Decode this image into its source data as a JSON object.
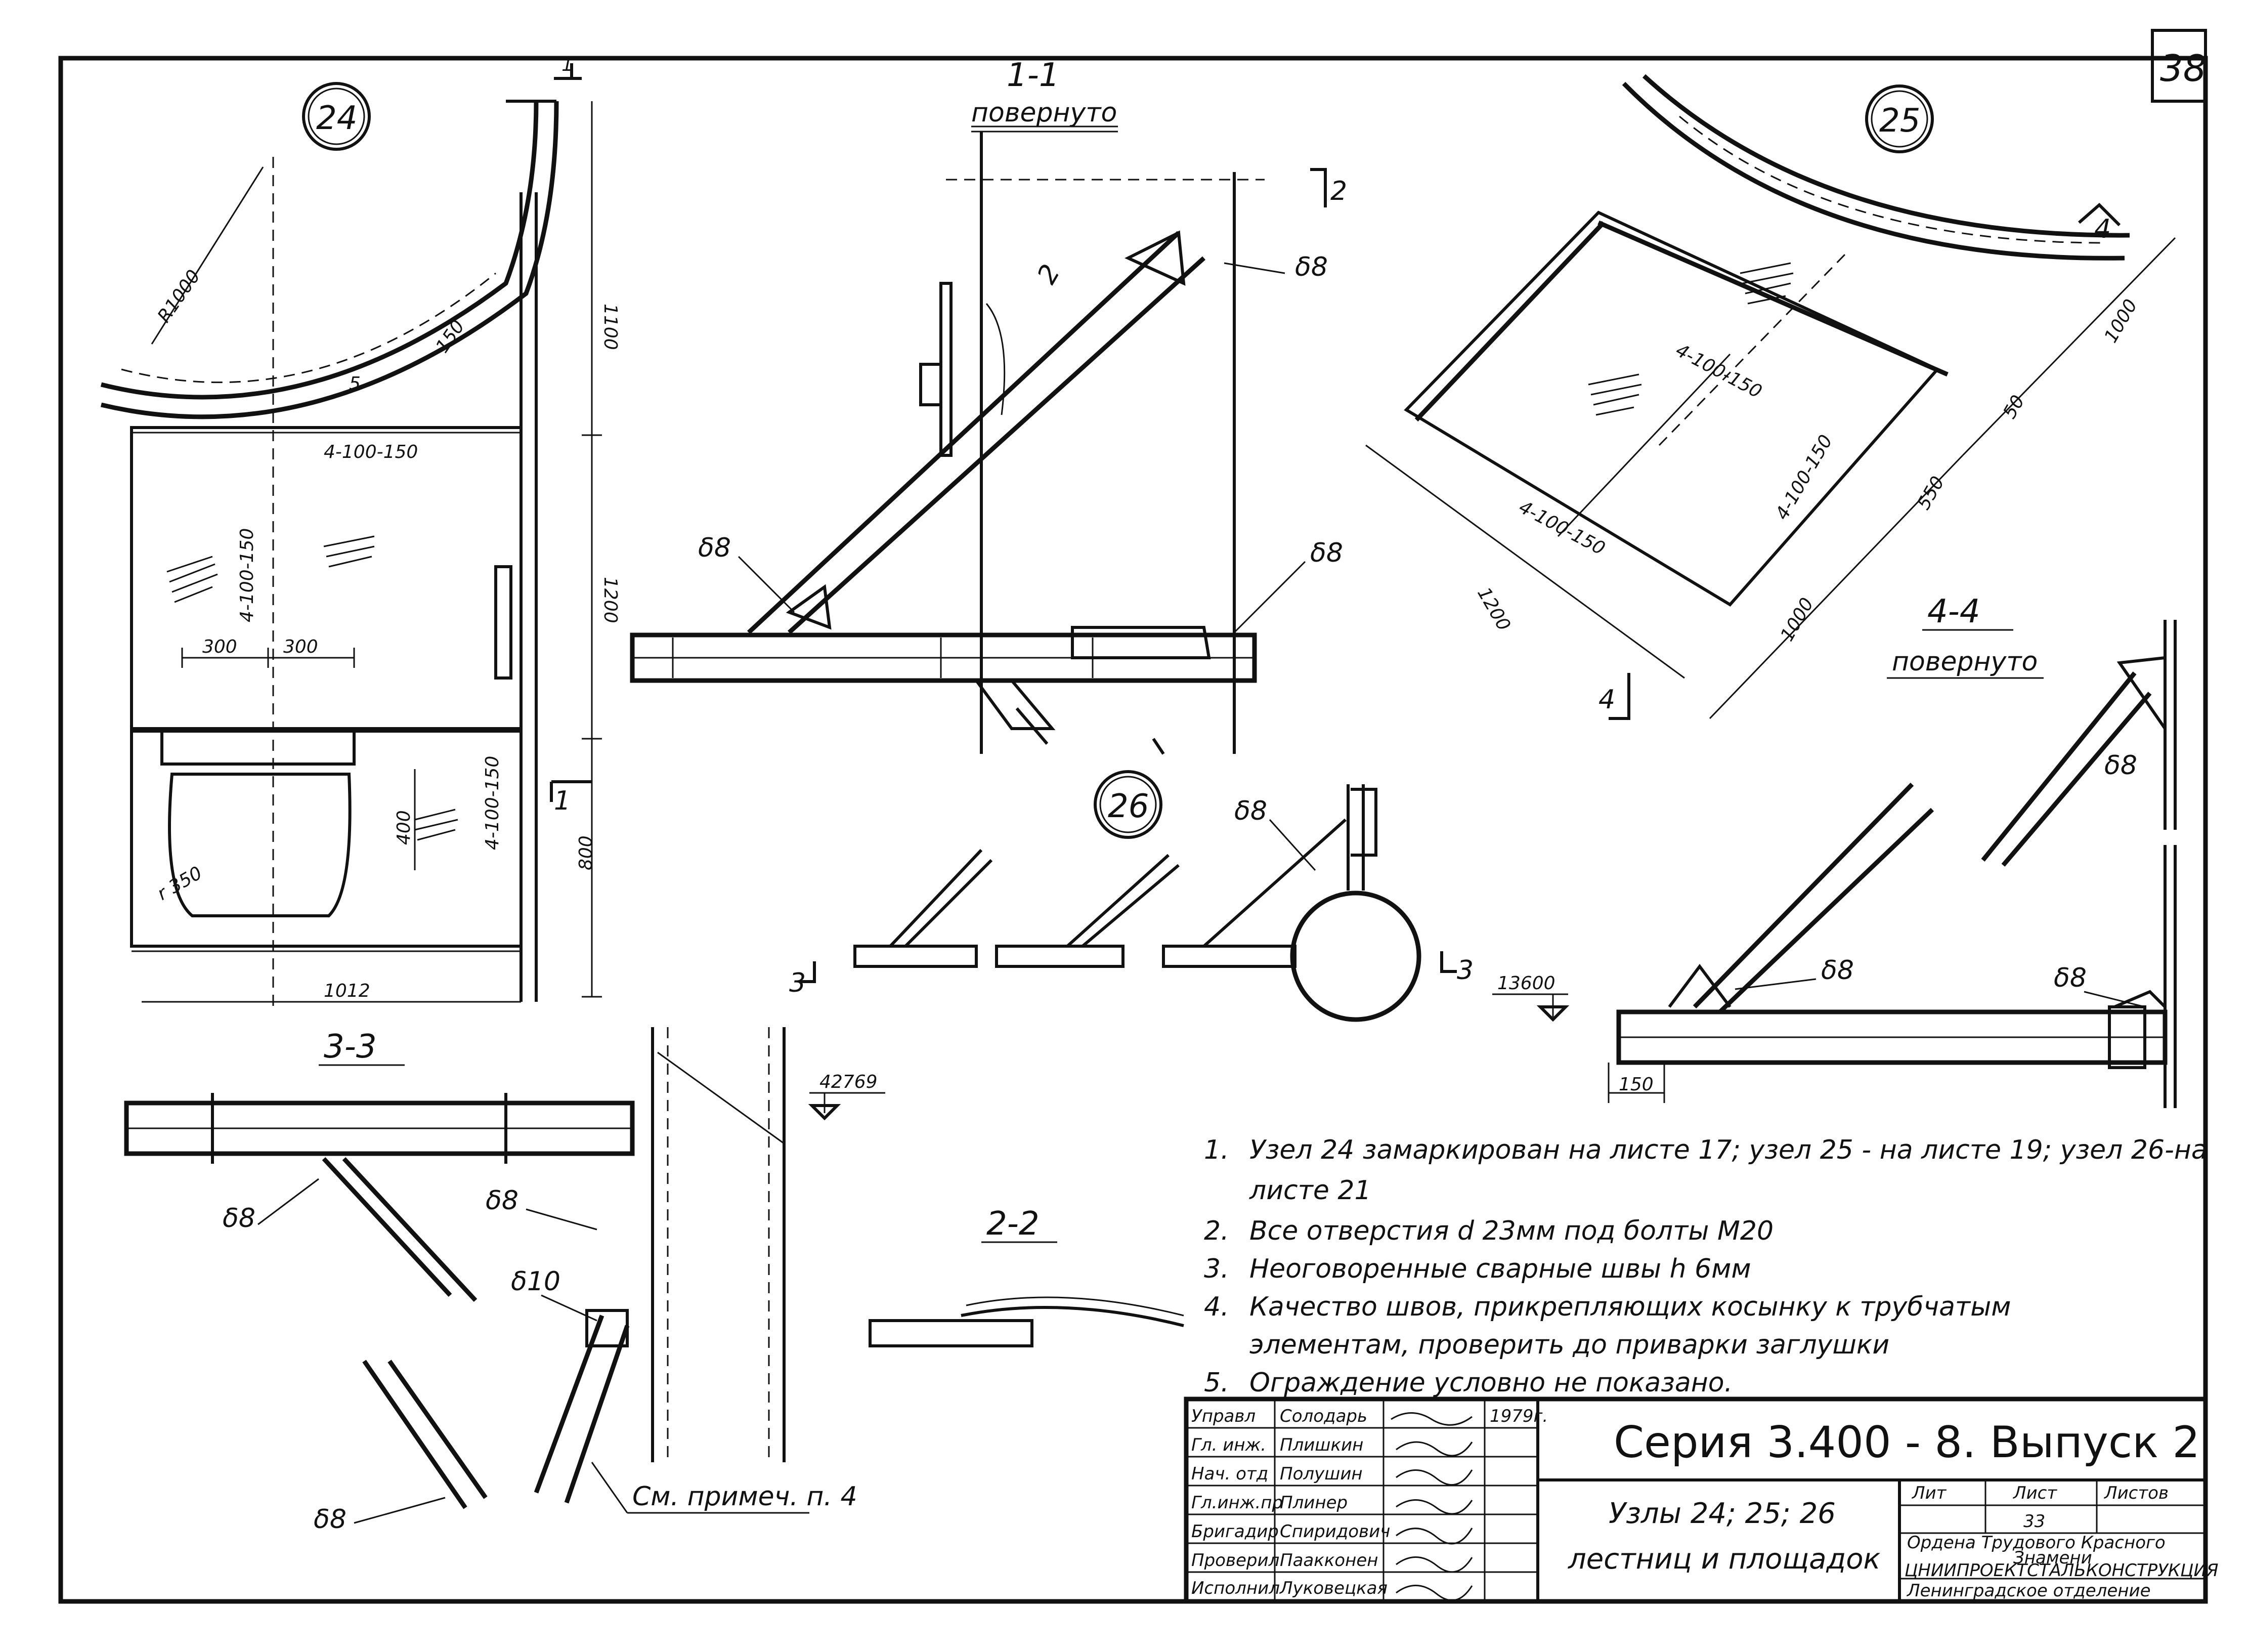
{
  "sheet_number": "38",
  "nodes": {
    "n24": "24",
    "n25": "25",
    "n26": "26"
  },
  "sections": {
    "s1_title": "1-1",
    "s1_sub": "повернуто",
    "s2_title": "2-2",
    "s3_title": "3-3",
    "s4_title": "4-4",
    "s4_sub": "повернуто"
  },
  "section_marks": {
    "m1": "1",
    "m2": "2",
    "m3": "3",
    "m4": "4"
  },
  "dimensions": {
    "r1000": "R1000",
    "d150": "150",
    "d5": "5",
    "d1100": "1100",
    "d1200": "1200",
    "d800": "800",
    "d300a": "300",
    "d300b": "300",
    "d400": "400",
    "r350": "r 350",
    "d1012": "1012",
    "d1000": "1000",
    "d550": "550",
    "d50": "50",
    "d1200b": "1200",
    "d1000b": "1000",
    "d150b": "150",
    "bolts": "4-100-150"
  },
  "welds": {
    "w8": "δ8",
    "w10": "δ10"
  },
  "elevations": {
    "e1": "42769",
    "e2": "13600"
  },
  "see_note": "См. примеч. п. 4",
  "notes": [
    {
      "num": "1.",
      "line1": "Узел 24 замаркирован на листе 17; узел 25 - на листе 19; узел 26-на",
      "line2": "листе 21"
    },
    {
      "num": "2.",
      "line1": "Все отверстия d 23мм под болты М20",
      "line2": ""
    },
    {
      "num": "3.",
      "line1": "Неоговоренные сварные швы h 6мм",
      "line2": ""
    },
    {
      "num": "4.",
      "line1": "Качество швов, прикрепляющих косынку к трубчатым",
      "line2": "элементам, проверить до приварки заглушки"
    },
    {
      "num": "5.",
      "line1": "Ограждение условно не показано.",
      "line2": ""
    }
  ],
  "title_block": {
    "series": "Серия 3.400 - 8. Выпуск 2",
    "title1": "Узлы 24; 25; 26",
    "title2": "лестниц и площадок",
    "lit": "Лит",
    "list": "Лист",
    "listov": "Листов",
    "sheet_val": "33",
    "org1": "Ордена Трудового Красного",
    "org2": "Знамени",
    "org3": "ЦНИИПРОЕКТСТАЛЬКОНСТРУКЦИЯ",
    "org4": "Ленинградское отделение",
    "rows": [
      {
        "role": "Управл",
        "name": "Солодарь"
      },
      {
        "role": "Гл. инж.",
        "name": "Плишкин"
      },
      {
        "role": "Нач. отд",
        "name": "Полушин"
      },
      {
        "role": "Гл.инж.пр",
        "name": "Плинер"
      },
      {
        "role": "Бригадир",
        "name": "Спиридович"
      },
      {
        "role": "Проверил",
        "name": "Паакконен"
      },
      {
        "role": "Исполнил",
        "name": "Луковецкая"
      }
    ],
    "year": "1979г."
  }
}
